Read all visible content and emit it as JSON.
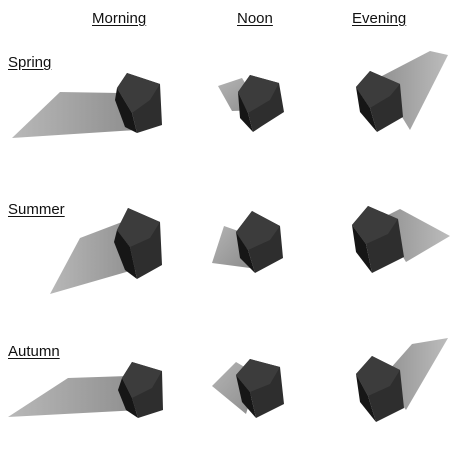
{
  "columns": [
    "Morning",
    "Noon",
    "Evening"
  ],
  "rows": [
    "Spring",
    "Summer",
    "Autumn"
  ],
  "colors": {
    "shadow": "#9a9a9a",
    "cube_top": "#3a3a3a",
    "cube_left": "#1c1c1c",
    "cube_right": "#2b2b2b"
  }
}
